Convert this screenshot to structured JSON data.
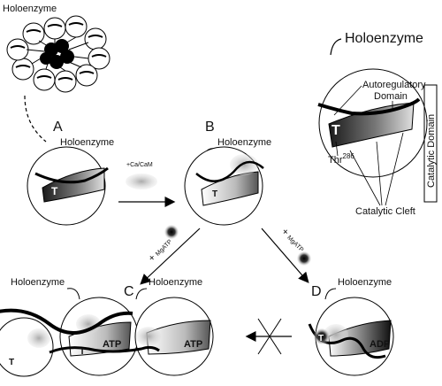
{
  "labels": {
    "holoenzyme": "Holoenzyme",
    "panel_a": "A",
    "panel_b": "B",
    "panel_c": "C",
    "panel_d": "D",
    "ca_cam": "+Ca/CaM",
    "mgatp": "MgATP",
    "plus": "+",
    "autoregulatory_domain_line1": "Autoregulatory",
    "autoregulatory_domain_line2": "Domain",
    "catalytic_domain": "Catalytic Domain",
    "catalytic_cleft": "Catalytic Cleft",
    "thr": "Thr",
    "thr_superscript": "286",
    "t_marker": "T",
    "atp": "ATP",
    "adp": "ADP"
  }
}
